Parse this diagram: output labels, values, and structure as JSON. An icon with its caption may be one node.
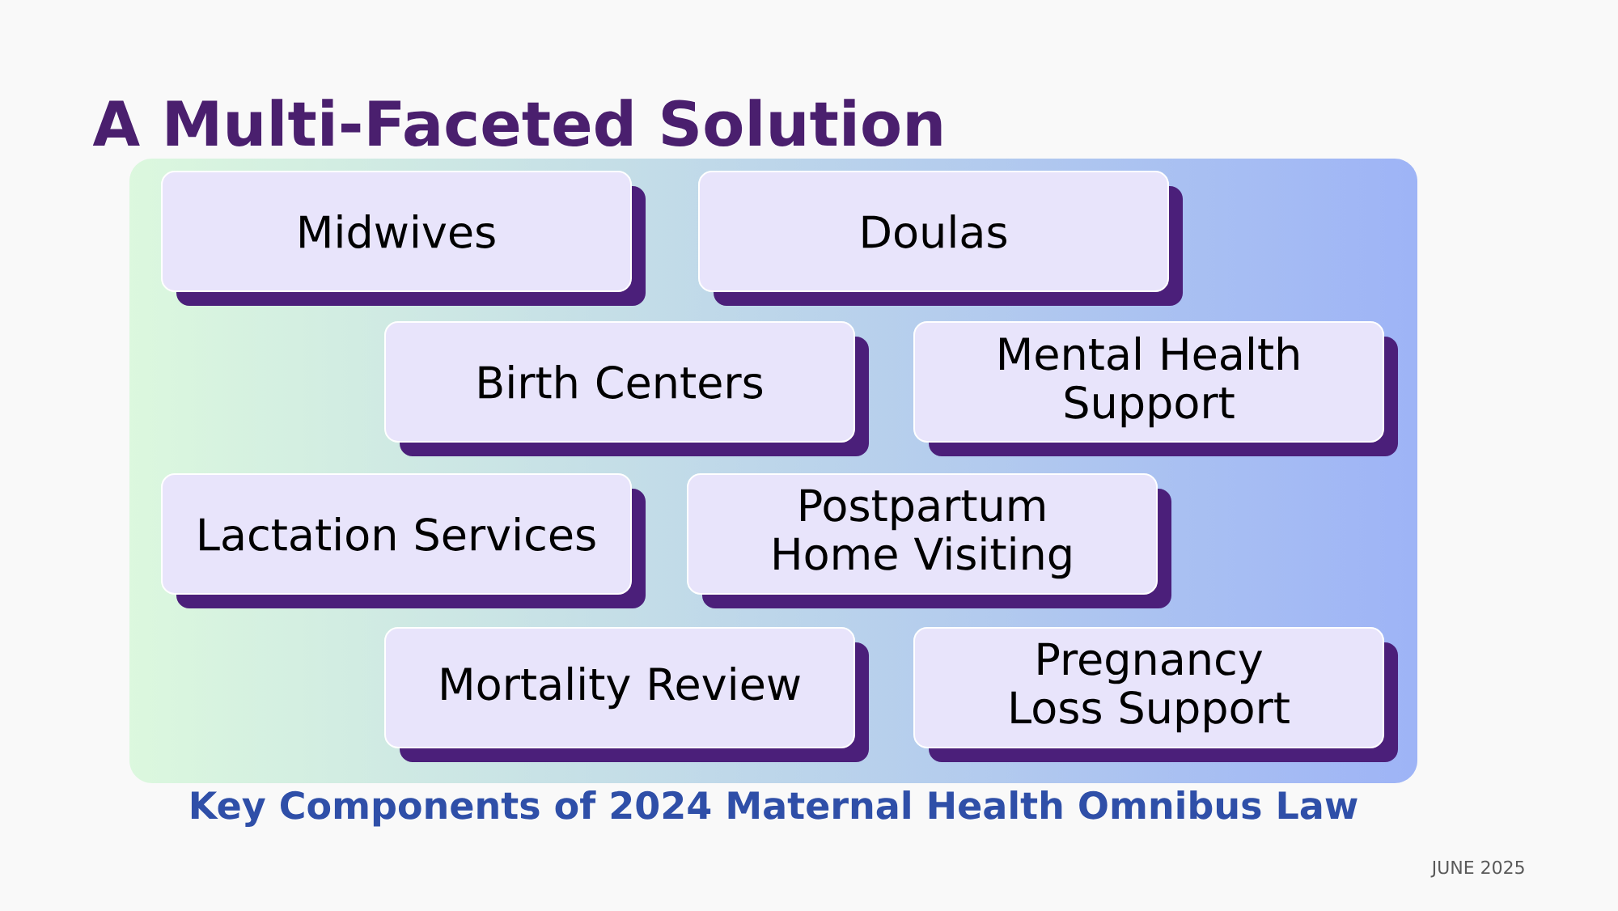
{
  "diagram": {
    "title": "A Multi-Faceted Solution",
    "caption": "Key Components of 2024 Maternal Health Omnibus Law",
    "nodes": [
      {
        "text": [
          "Midwives"
        ]
      },
      {
        "text": [
          "Doulas"
        ]
      },
      {
        "text": [
          "Birth Centers"
        ]
      },
      {
        "text": [
          "Mental Health Support"
        ]
      },
      {
        "text": [
          "Lactation Services"
        ]
      },
      {
        "text": [
          "Postpartum Home Visiting"
        ]
      },
      {
        "text": [
          "Mortality Review"
        ]
      },
      {
        "text": [
          "Pregnancy Loss Support"
        ]
      }
    ],
    "labels": [
      "JUNE 2025"
    ]
  }
}
